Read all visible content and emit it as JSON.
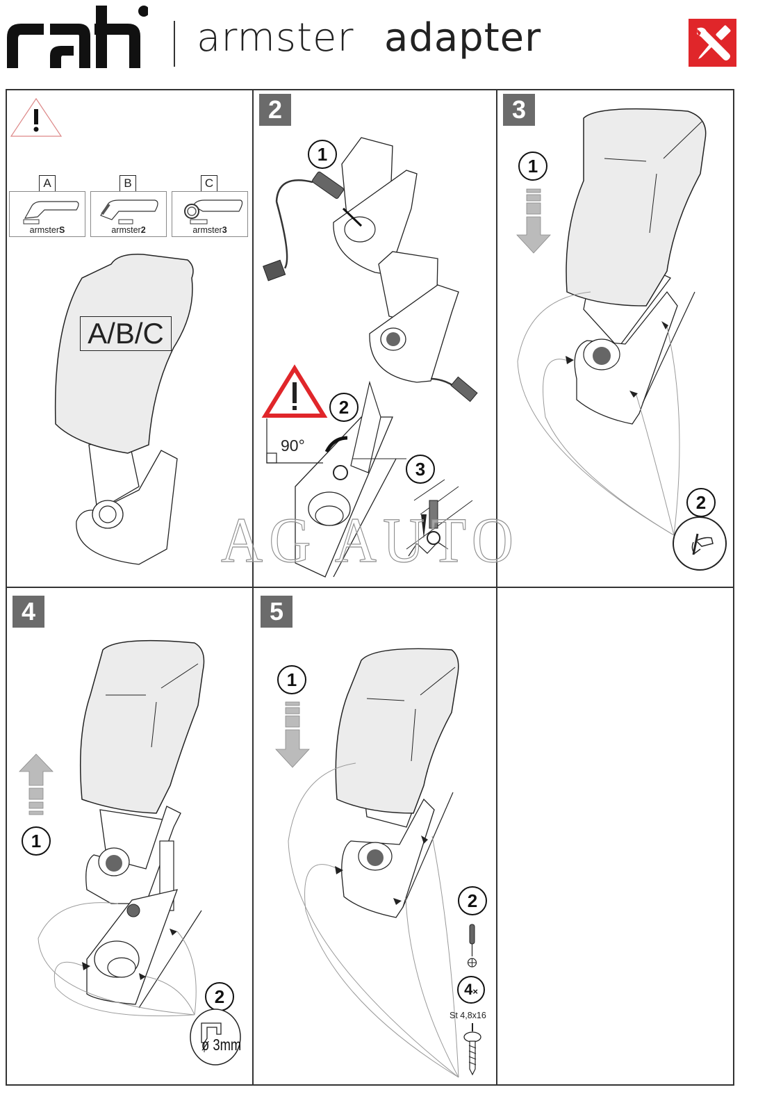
{
  "header": {
    "brand": "rati",
    "title_light": "armster",
    "title_bold": "adapter",
    "tools_icon": "wrench-screwdriver-icon",
    "accent_color": "#e0262a"
  },
  "panels": {
    "p1": {
      "warning_icon": "warning-triangle-icon",
      "variants": [
        {
          "letter": "A",
          "name_prefix": "armster",
          "name_suffix": "S"
        },
        {
          "letter": "B",
          "name_prefix": "armster",
          "name_suffix": "2"
        },
        {
          "letter": "C",
          "name_prefix": "armster",
          "name_suffix": "3"
        }
      ],
      "armrest_label": "A/B/C"
    },
    "p2": {
      "step": "2",
      "callouts": [
        "1",
        "2",
        "3"
      ],
      "angle_label": "90°",
      "warning_icon": "warning-triangle-icon"
    },
    "p3": {
      "step": "3",
      "callouts": [
        "1",
        "2"
      ],
      "arrow_icon": "arrow-down-icon",
      "detail_icon": "hand-marking-icon"
    },
    "p4": {
      "step": "4",
      "callouts": [
        "1",
        "2"
      ],
      "arrow_icon": "arrow-up-icon",
      "drill_size": "3mm",
      "diameter_symbol": "ø"
    },
    "p5": {
      "step": "5",
      "callouts": [
        "1",
        "2"
      ],
      "arrow_icon": "arrow-down-icon",
      "screw_count": "4",
      "screw_count_suffix": "×",
      "screw_spec": "St 4,8x16"
    },
    "p6": {}
  },
  "watermark": "AG AUTO"
}
